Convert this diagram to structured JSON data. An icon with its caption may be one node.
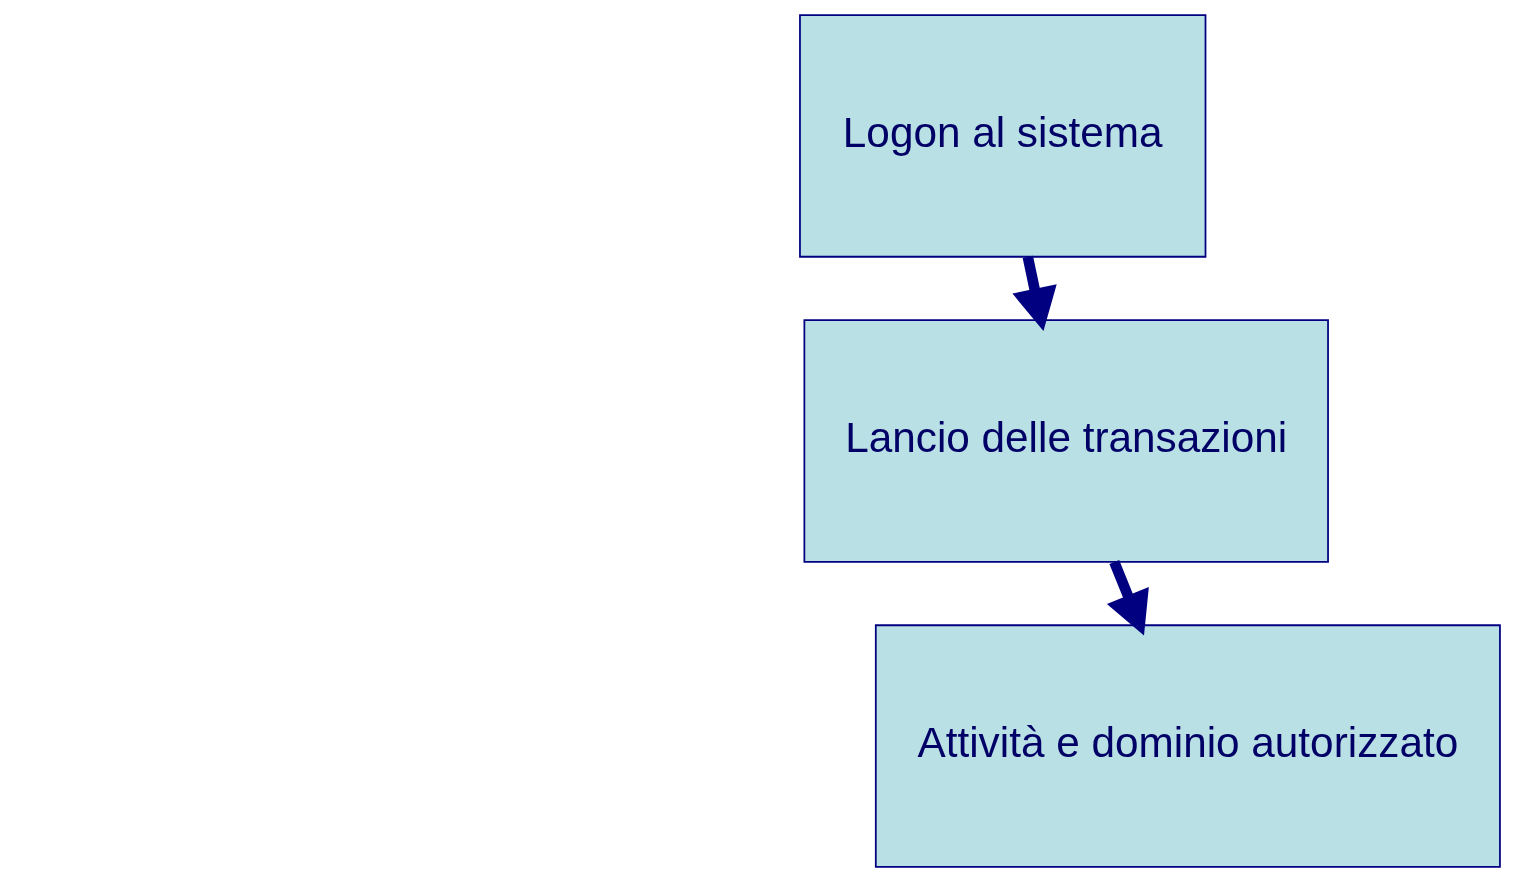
{
  "diagram": {
    "nodes": [
      {
        "text": [
          "Logon al sistema"
        ]
      },
      {
        "text": [
          "Lancio delle transazioni"
        ]
      },
      {
        "text": [
          "Attività e dominio autorizzato"
        ]
      }
    ],
    "edges": [
      {
        "from": 0,
        "to": 1,
        "arrow": "to"
      },
      {
        "from": 1,
        "to": 2,
        "arrow": "to"
      }
    ]
  }
}
